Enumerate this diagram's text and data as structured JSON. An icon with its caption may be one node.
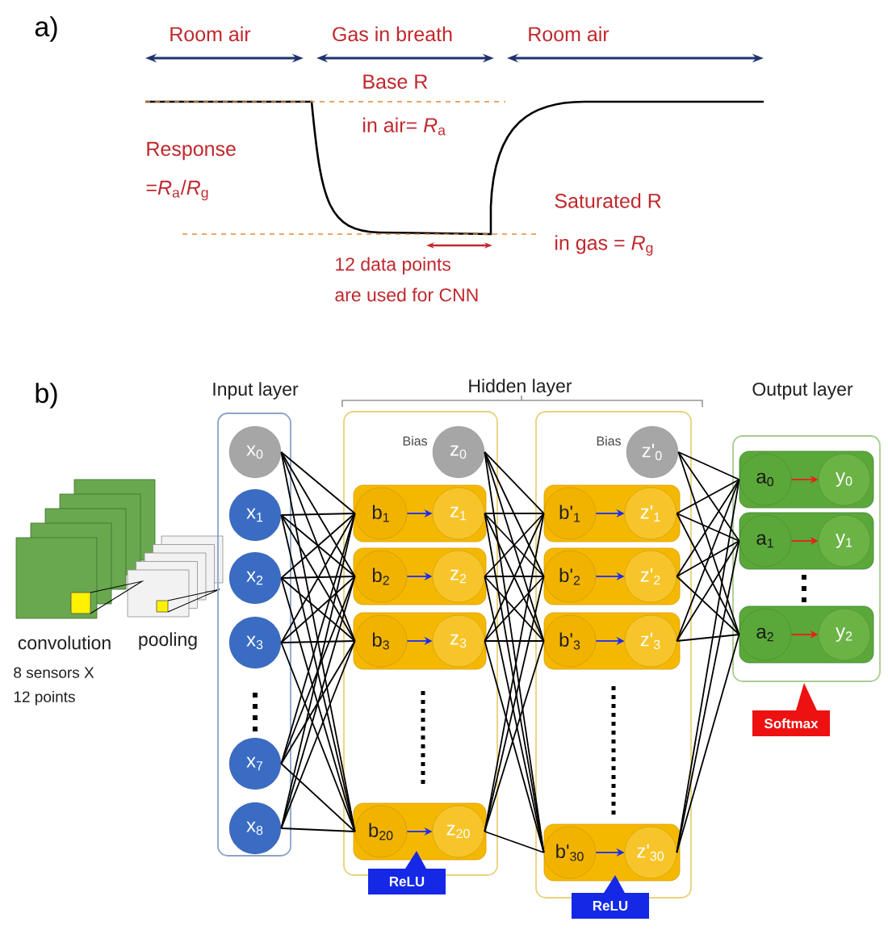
{
  "diagram": {
    "nodes": [
      {
        "text": [
          "Input layer"
        ]
      },
      {
        "text": [
          "x$_{0}$"
        ],
        "in": 0
      },
      {
        "text": [
          "x$_{1}$"
        ],
        "in": 0
      },
      {
        "text": [
          "x$_{2}$"
        ],
        "in": 0
      },
      {
        "text": [
          "x$_{3}$"
        ],
        "in": 0
      },
      {
        "text": [
          "x$_{7}$"
        ],
        "in": 0
      },
      {
        "text": [
          "x$_{8}$"
        ],
        "in": 0
      },
      {
        "text": [],
        "shape": "box"
      },
      {
        "text": [
          "z$_{0}$"
        ],
        "beside": [
          "Bias"
        ],
        "in": 7
      },
      {
        "text": [],
        "shape": "box",
        "in": 7
      },
      {
        "text": [
          "b$_{1}$"
        ],
        "in": 9
      },
      {
        "text": [
          "z$_{1}$"
        ],
        "in": 9
      },
      {
        "text": [],
        "shape": "box",
        "in": 7
      },
      {
        "text": [
          "b$_{2}$"
        ],
        "in": 12
      },
      {
        "text": [
          "z$_{2}$"
        ],
        "in": 12
      },
      {
        "text": [],
        "shape": "box",
        "in": 7
      },
      {
        "text": [
          "b$_{3}$"
        ],
        "in": 15
      },
      {
        "text": [
          "z$_{3}$"
        ],
        "in": 15
      },
      {
        "text": [],
        "shape": "box",
        "in": 7
      },
      {
        "text": [
          "b$_{20}$"
        ],
        "in": 18
      },
      {
        "text": [
          "z$_{20}$"
        ],
        "in": 18
      },
      {
        "text": [],
        "shape": "box"
      },
      {
        "text": [
          "z'$_{0}$"
        ],
        "beside": [
          "Bias"
        ],
        "in": 21
      },
      {
        "text": [],
        "shape": "box",
        "in": 21
      },
      {
        "text": [
          "b'$_{1}$"
        ],
        "in": 23
      },
      {
        "text": [
          "z'$_{1}$"
        ],
        "in": 23
      },
      {
        "text": [],
        "shape": "box",
        "in": 21
      },
      {
        "text": [
          "b'$_{2}$"
        ],
        "in": 26
      },
      {
        "text": [
          "z'$_{2}$"
        ],
        "in": 26
      },
      {
        "text": [],
        "shape": "box",
        "in": 21
      },
      {
        "text": [
          "b'$_{3}$"
        ],
        "in": 29
      },
      {
        "text": [
          "z'$_{3}$"
        ],
        "in": 29
      },
      {
        "text": [],
        "shape": "box",
        "in": 21
      },
      {
        "text": [
          "b'$_{30}$"
        ],
        "in": 32
      },
      {
        "text": [
          "z'$_{30}$"
        ],
        "in": 32
      },
      {
        "text": [
          "Output layer"
        ]
      },
      {
        "text": [],
        "shape": "box",
        "in": 35
      },
      {
        "text": [
          "a$_{0}$"
        ],
        "in": 36
      },
      {
        "text": [
          "y$_{0}$"
        ],
        "in": 36
      },
      {
        "text": [],
        "shape": "box",
        "in": 35
      },
      {
        "text": [
          "a$_{1}$"
        ],
        "in": 39
      },
      {
        "text": [
          "y$_{1}$"
        ],
        "in": 39
      },
      {
        "text": [],
        "shape": "box",
        "in": 35
      },
      {
        "text": [
          "a$_{2}$"
        ],
        "in": 42
      },
      {
        "text": [
          "y$_{2}$"
        ],
        "in": 42
      }
    ],
    "edges": [
      {
        "from": 1,
        "to": 10,
        "arrow": "none"
      },
      {
        "from": 1,
        "to": 13,
        "arrow": "none"
      },
      {
        "from": 1,
        "to": 16,
        "arrow": "none"
      },
      {
        "from": 1,
        "to": 19,
        "arrow": "none"
      },
      {
        "from": 2,
        "to": 10,
        "arrow": "none"
      },
      {
        "from": 2,
        "to": 13,
        "arrow": "none"
      },
      {
        "from": 2,
        "to": 16,
        "arrow": "none"
      },
      {
        "from": 2,
        "to": 19,
        "arrow": "none"
      },
      {
        "from": 3,
        "to": 10,
        "arrow": "none"
      },
      {
        "from": 3,
        "to": 13,
        "arrow": "none"
      },
      {
        "from": 3,
        "to": 16,
        "arrow": "none"
      },
      {
        "from": 3,
        "to": 19,
        "arrow": "none"
      },
      {
        "from": 4,
        "to": 10,
        "arrow": "none"
      },
      {
        "from": 4,
        "to": 13,
        "arrow": "none"
      },
      {
        "from": 4,
        "to": 16,
        "arrow": "none"
      },
      {
        "from": 4,
        "to": 19,
        "arrow": "none"
      },
      {
        "from": 5,
        "to": 10,
        "arrow": "none"
      },
      {
        "from": 5,
        "to": 13,
        "arrow": "none"
      },
      {
        "from": 5,
        "to": 16,
        "arrow": "none"
      },
      {
        "from": 5,
        "to": 19,
        "arrow": "none"
      },
      {
        "from": 6,
        "to": 10,
        "arrow": "none"
      },
      {
        "from": 6,
        "to": 13,
        "arrow": "none"
      },
      {
        "from": 6,
        "to": 16,
        "arrow": "none"
      },
      {
        "from": 6,
        "to": 19,
        "arrow": "none"
      },
      {
        "from": 8,
        "to": 24,
        "arrow": "none"
      },
      {
        "from": 8,
        "to": 27,
        "arrow": "none"
      },
      {
        "from": 8,
        "to": 30,
        "arrow": "none"
      },
      {
        "from": 8,
        "to": 33,
        "arrow": "none"
      },
      {
        "from": 11,
        "to": 24,
        "arrow": "none"
      },
      {
        "from": 11,
        "to": 27,
        "arrow": "none"
      },
      {
        "from": 11,
        "to": 30,
        "arrow": "none"
      },
      {
        "from": 11,
        "to": 33,
        "arrow": "none"
      },
      {
        "from": 14,
        "to": 24,
        "arrow": "none"
      },
      {
        "from": 14,
        "to": 27,
        "arrow": "none"
      },
      {
        "from": 14,
        "to": 30,
        "arrow": "none"
      },
      {
        "from": 14,
        "to": 33,
        "arrow": "none"
      },
      {
        "from": 17,
        "to": 24,
        "arrow": "none"
      },
      {
        "from": 17,
        "to": 27,
        "arrow": "none"
      },
      {
        "from": 17,
        "to": 30,
        "arrow": "none"
      },
      {
        "from": 17,
        "to": 33,
        "arrow": "none"
      },
      {
        "from": 20,
        "to": 24,
        "arrow": "none"
      },
      {
        "from": 20,
        "to": 27,
        "arrow": "none"
      },
      {
        "from": 20,
        "to": 30,
        "arrow": "none"
      },
      {
        "from": 20,
        "to": 33,
        "arrow": "none"
      },
      {
        "from": 22,
        "to": 37,
        "arrow": "none"
      },
      {
        "from": 22,
        "to": 40,
        "arrow": "none"
      },
      {
        "from": 22,
        "to": 43,
        "arrow": "none"
      },
      {
        "from": 25,
        "to": 37,
        "arrow": "none"
      },
      {
        "from": 25,
        "to": 40,
        "arrow": "none"
      },
      {
        "from": 25,
        "to": 43,
        "arrow": "none"
      },
      {
        "from": 28,
        "to": 37,
        "arrow": "none"
      },
      {
        "from": 28,
        "to": 40,
        "arrow": "none"
      },
      {
        "from": 28,
        "to": 43,
        "arrow": "none"
      },
      {
        "from": 31,
        "to": 37,
        "arrow": "none"
      },
      {
        "from": 31,
        "to": 40,
        "arrow": "none"
      },
      {
        "from": 31,
        "to": 43,
        "arrow": "none"
      },
      {
        "from": 34,
        "to": 37,
        "arrow": "none"
      },
      {
        "from": 34,
        "to": 40,
        "arrow": "none"
      },
      {
        "from": 34,
        "to": 43,
        "arrow": "none"
      },
      {
        "from": 10,
        "to": 11,
        "arrow": "to",
        "color": "#1a2cff"
      },
      {
        "from": 13,
        "to": 14,
        "arrow": "to",
        "color": "#1a2cff"
      },
      {
        "from": 16,
        "to": 17,
        "arrow": "to",
        "color": "#1a2cff"
      },
      {
        "from": 19,
        "to": 20,
        "arrow": "to",
        "color": "#1a2cff"
      },
      {
        "from": 24,
        "to": 25,
        "arrow": "to",
        "color": "#1a2cff"
      },
      {
        "from": 27,
        "to": 28,
        "arrow": "to",
        "color": "#1a2cff"
      },
      {
        "from": 30,
        "to": 31,
        "arrow": "to",
        "color": "#1a2cff"
      },
      {
        "from": 33,
        "to": 34,
        "arrow": "to",
        "color": "#1a2cff"
      },
      {
        "from": 37,
        "to": 38,
        "arrow": "to",
        "color": "#ee1c1c"
      },
      {
        "from": 40,
        "to": 41,
        "arrow": "to",
        "color": "#ee1c1c"
      },
      {
        "from": 43,
        "to": 44,
        "arrow": "to",
        "color": "#ee1c1c"
      }
    ],
    "labels": [
      "a)",
      "Room air",
      "Gas in breath",
      "Room air",
      "Base R in air= *R*$_{a}$",
      "Response =*R*$_{a}$/*R*$_{g}$",
      "Saturated R in gas = *R*$_{g}$",
      "12 data points are used for CNN",
      "b)",
      "Hidden layer",
      "convolution",
      "pooling",
      "8 sensors X 12 points",
      "ReLU",
      "ReLU",
      "Softmax"
    ]
  }
}
